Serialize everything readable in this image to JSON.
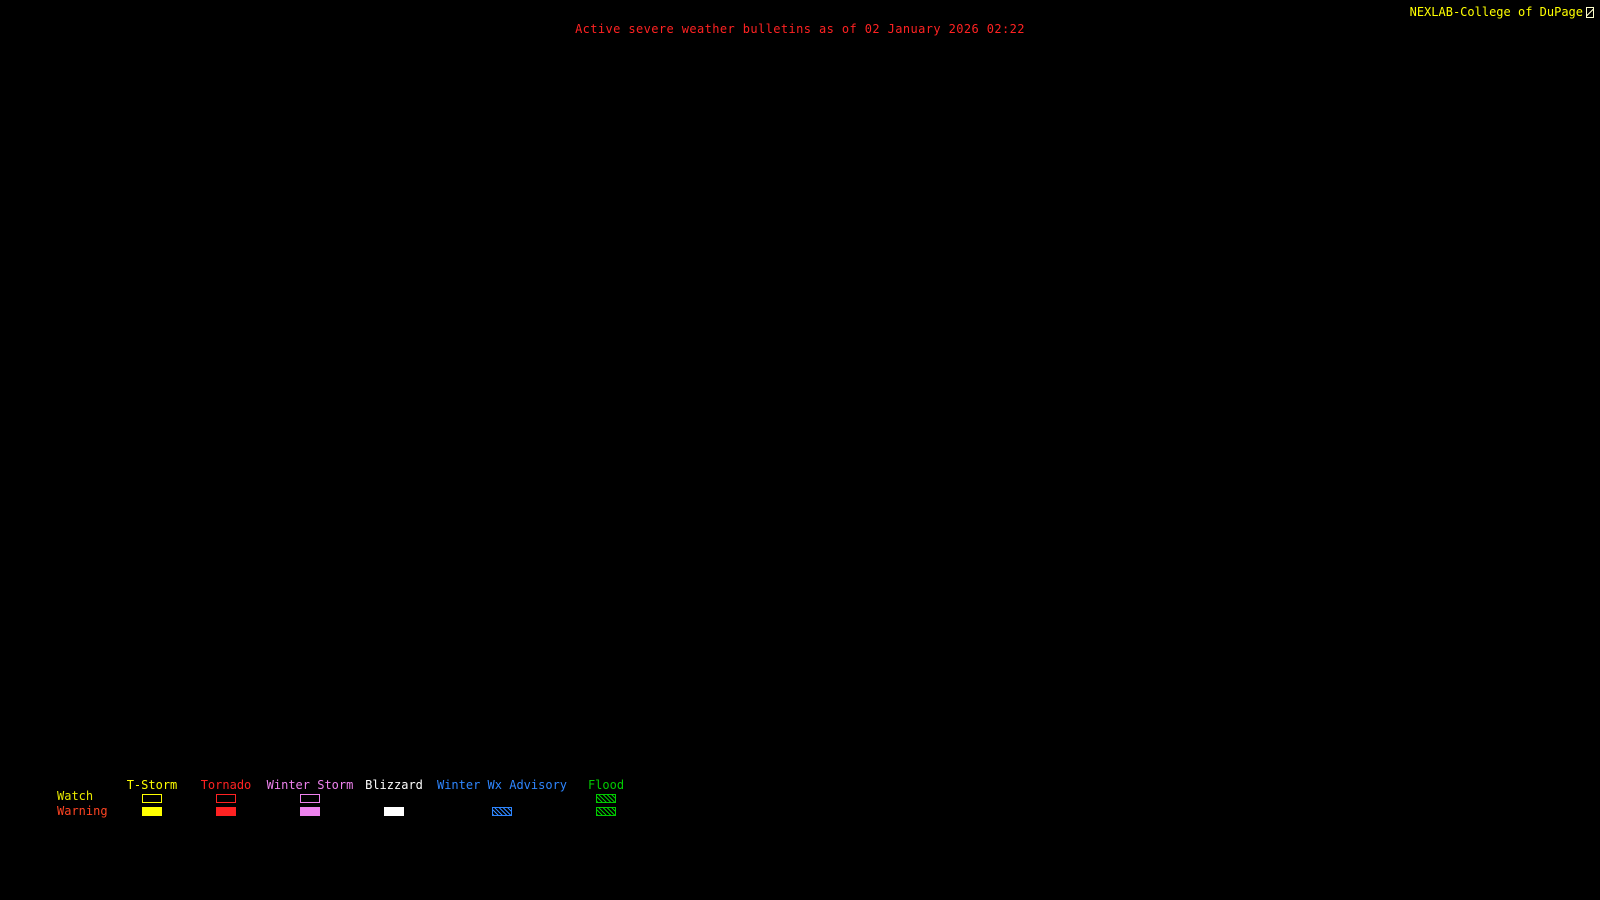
{
  "header": {
    "bulletin_title": "Active severe weather bulletins as of 02 January 2026 02:22",
    "title_color": "#ff2222",
    "brand": "NEXLAB-College of DuPage",
    "brand_color": "#ffff00"
  },
  "legend": {
    "watch_label": "Watch",
    "watch_color": "#e8e800",
    "warning_label": "Warning",
    "warning_color": "#ff4422",
    "categories": [
      {
        "label": "T-Storm",
        "color": "#ffff00",
        "watch_style": "outline",
        "warning_style": "solid"
      },
      {
        "label": "Tornado",
        "color": "#ff2222",
        "watch_style": "outline",
        "warning_style": "solid"
      },
      {
        "label": "Winter Storm",
        "color": "#ee82ee",
        "watch_style": "outline",
        "warning_style": "solid"
      },
      {
        "label": "Blizzard",
        "color": "#ffffff",
        "watch_style": "none",
        "warning_style": "solid"
      },
      {
        "label": "Winter Wx Advisory",
        "color": "#2e86ff",
        "watch_style": "none",
        "warning_style": "hatched"
      },
      {
        "label": "Flood",
        "color": "#00cc00",
        "watch_style": "hatched",
        "warning_style": "hatched"
      }
    ]
  }
}
